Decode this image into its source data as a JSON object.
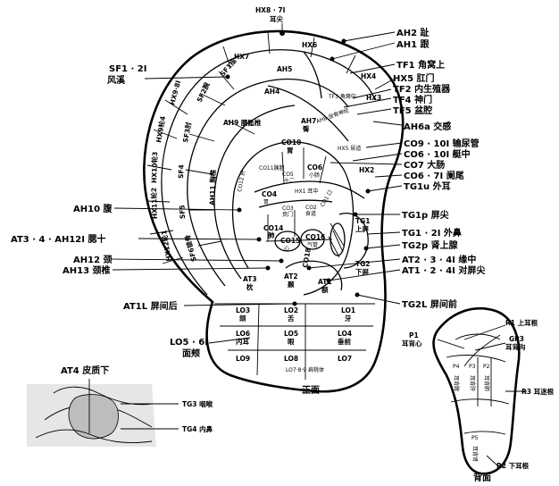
{
  "labels": {
    "hx8_7": "HX8 · 7I",
    "ear_apex": "耳尖",
    "ah2": "AH2 趾",
    "ah1": "AH1 跟",
    "tf1": "TF1 角窝上",
    "hx5": "HX5 肛门",
    "tf2": "TF2 内生殖器",
    "tf4": "TF4 神门",
    "tf5": "TF5 盆腔",
    "ah6a": "AH6a 交感",
    "co9": "CO9 · 10I 输尿管",
    "co6_10": "CO6 · 10I 艇中",
    "co7": "CO7 大肠",
    "co6_7": "CO6 · 7I 阑尾",
    "tg1u": "TG1u 外耳",
    "sf1_2": "SF1 · 2I",
    "wind_stream": "风溪",
    "ah10": "AH10 腹",
    "at3_4": "AT3 · 4 · AH12I 腮十",
    "ah12": "AH12 颈",
    "ah13": "AH13 颈椎",
    "tg1p": "TG1p 屏尖",
    "tg1_2": "TG1 · 2I 外鼻",
    "tg2p": "TG2p 肾上腺",
    "at2_3": "AT2 · 3 · 4I 缘中",
    "at1_2": "AT1 · 2 · 4I 对屏尖",
    "at1l": "AT1L 屏间后",
    "tg2l": "TG2L 屏间前",
    "lo5_6a": "LO5 · 6I",
    "lo5_6b": "面颊",
    "front": "正面",
    "at4": "AT4 皮质下",
    "tg3": "TG3 咽喉",
    "tg4": "TG4 内鼻",
    "r1": "R1 上耳根",
    "grp3a": "GP3",
    "grp3b": "耳背沟",
    "p1a": "P1",
    "p1b": "耳背心",
    "p4a": "P4",
    "p4b": "耳背脾",
    "p3a": "P3",
    "p3b": "耳背肝",
    "p2a": "P2",
    "p2b": "耳背肺",
    "r3": "R3 耳迷根",
    "p5a": "P5",
    "p5b": "耳背肾",
    "r2": "R2 下耳根",
    "back": "背面"
  },
  "zones": {
    "hx6": "HX6",
    "hx7": "HX7",
    "hx3": "HX3",
    "hx4": "HX4",
    "ah5": "AH5",
    "ah4": "AH4",
    "sf1": "SF1指",
    "sf2": "SF2腕",
    "hx9_8": "HX9·8I",
    "hx9_4": "HX9轮4",
    "hx10_3": "HX10轮3",
    "hx11_2": "HX11轮2",
    "hx12_1": "HX12轮1",
    "sf3": "SF3肘",
    "sf4": "SF4",
    "sf5": "SF5",
    "sf6": "SF6锁骨",
    "ah9": "AH9 腰骶椎",
    "ah11": "AH11 胸椎",
    "ah7": "AH7",
    "ah7b": "臀",
    "ah8": "AH8 坐骨神经",
    "tf3": "TF3 角窝中",
    "co10": "CO10",
    "co10b": "胃",
    "co11": "CO11胰胆",
    "co12": "CO12 肝",
    "co6": "CO6",
    "co6b": "小肠",
    "co5": "CO5",
    "co5b": "十二",
    "co4": "CO4",
    "co4b": "胃",
    "co3": "CO3",
    "co3b": "贲门",
    "co2": "CO2",
    "co2b": "食道",
    "co1": "CO1 口",
    "hx1": "HX1 耳中",
    "hx2": "HX2",
    "hx5b": "HX5 尿道",
    "co14": "CO14",
    "co14b": "肺",
    "co15": "CO15",
    "co15b": "心",
    "co16": "CO16",
    "co16b": "气管",
    "co18": "CO18",
    "co18b": "三焦",
    "tg1": "TG1",
    "tg1b": "上屏",
    "tg2": "TG2",
    "tg2b": "下屏",
    "at1": "AT1",
    "at1b": "额",
    "at2": "AT2",
    "at2b": "颞",
    "at3": "AT3",
    "at3b": "枕",
    "lo1": "LO1",
    "lo1b": "牙",
    "lo2": "LO2",
    "lo2b": "舌",
    "lo3": "LO3",
    "lo3b": "颌",
    "lo4": "LO4",
    "lo4b": "垂前",
    "lo5": "LO5",
    "lo5b": "眼",
    "lo6": "LO6",
    "lo6b": "内耳",
    "lo7": "LO7",
    "lo8": "LO8",
    "lo9": "LO9",
    "lo789": "LO7·8·9 扁桃体"
  }
}
